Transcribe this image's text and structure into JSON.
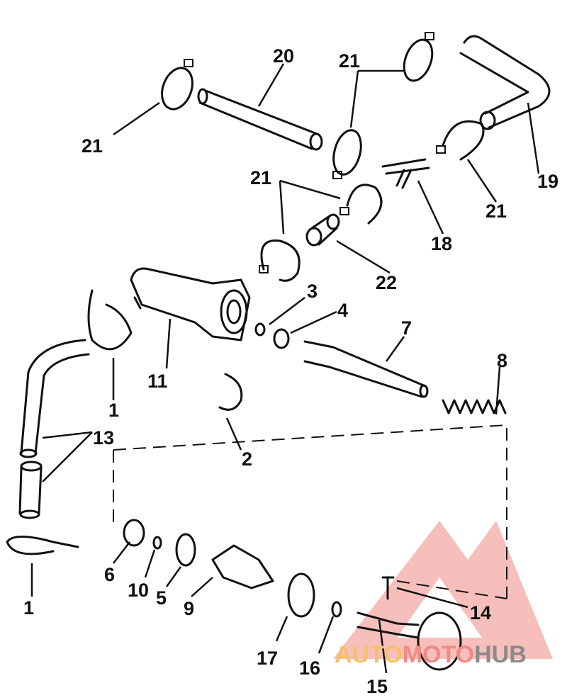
{
  "diagram": {
    "type": "exploded-parts-diagram",
    "callouts": [
      "20",
      "21",
      "21",
      "19",
      "21",
      "21",
      "18",
      "22",
      "3",
      "4",
      "7",
      "11",
      "8",
      "1",
      "13",
      "2",
      "6",
      "10",
      "5",
      "9",
      "14",
      "1",
      "17",
      "16",
      "15"
    ]
  },
  "watermark": {
    "part1": "AUTO",
    "part2": "MOTO",
    "part3": "HUB",
    "colors": {
      "auto": "#f5c16c",
      "moto": "#f08a84",
      "hub": "#8a8a8a"
    }
  }
}
